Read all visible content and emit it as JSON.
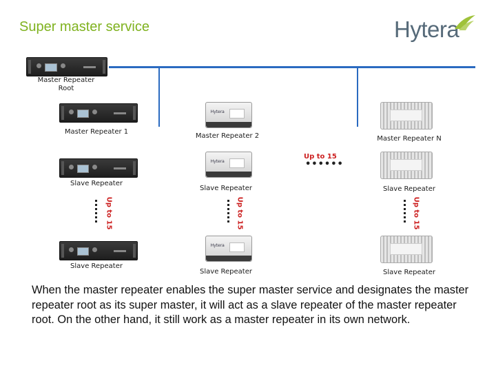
{
  "title": "Super master service",
  "logo": {
    "text": "Hytera",
    "colors": {
      "wordmark": "#566a79",
      "wing": "#9fc23a"
    }
  },
  "accent_color": "#7fb21f",
  "line_color": "#2a6ac0",
  "devices": {
    "root": {
      "label_line1": "Master Repeater",
      "label_line2": "Root"
    },
    "master1": {
      "label": "Master Repeater 1"
    },
    "master2": {
      "label": "Master Repeater 2"
    },
    "masterN": {
      "label": "Master Repeater N"
    },
    "slave_label": "Slave Repeater"
  },
  "up_to_15": "Up to 15",
  "description": "When the master repeater enables the super master service and designates the master repeater root as its super master, it will act as a slave repeater of the master repeater root. On the other hand, it still work as a master repeater in its own network."
}
